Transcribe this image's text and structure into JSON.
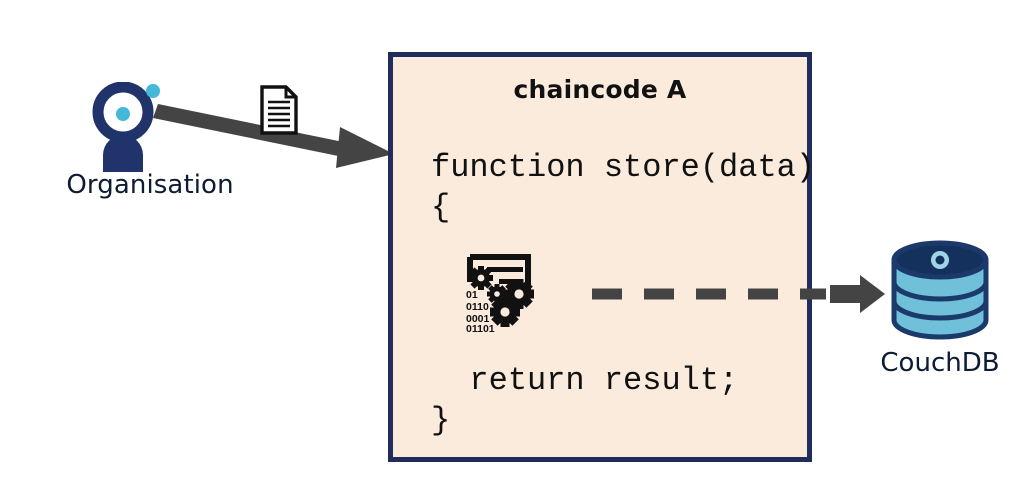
{
  "diagram": {
    "background": "#ffffff",
    "actor": {
      "label": "Organisation",
      "icon": "person-avatar-icon",
      "head_ring_color": "#20336b",
      "accent_dot_color": "#44b8d8",
      "body_color": "#20336b"
    },
    "request_arrow": {
      "name": "organisation-to-chaincode-arrow",
      "color": "#444444",
      "style": "solid"
    },
    "document_icon": {
      "name": "document-icon",
      "color": "#111111",
      "line_count": 6
    },
    "chaincode": {
      "title": "chaincode A",
      "fill_color": "#fbebdd",
      "border_color": "#1f2c5c",
      "code_lines": [
        "function store(data)",
        "{",
        "  return result;",
        "}"
      ],
      "processing_icon": {
        "name": "data-processing-gears-icon",
        "color": "#111111",
        "binary_rows": [
          "01",
          "0110",
          "0001",
          "01101"
        ]
      }
    },
    "db_connector": {
      "name": "chaincode-to-couchdb-arrow",
      "color": "#444444",
      "style": "dashed",
      "dash_count": 5
    },
    "database": {
      "label": "CouchDB",
      "icon": "database-cylinder-icon",
      "top_color": "#13315c",
      "band_color": "#6fc0d8",
      "outline_color": "#1b3a6b",
      "hub_color": "#cfeaf2"
    }
  }
}
